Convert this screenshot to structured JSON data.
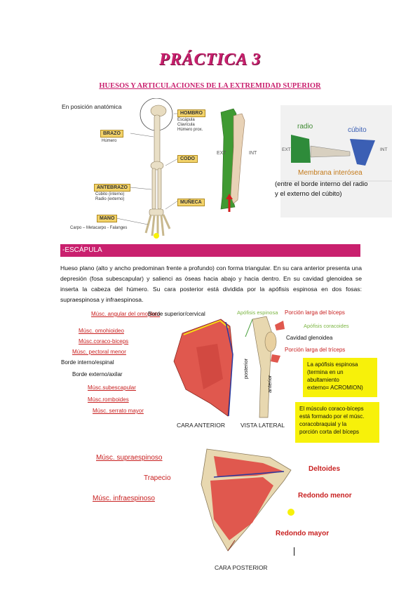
{
  "title": "PRÁCTICA 3",
  "subtitle": "HUESOS Y ARTICULACIONES DE LA EXTREMIDAD SUPERIOR",
  "fig1": {
    "caption": "En posición anatómica",
    "hombro": "HOMBRO",
    "hombro_sub": [
      "Escápula",
      "Clavícula",
      "Húmero prox."
    ],
    "brazo": "BRAZO",
    "brazo_sub": "Húmero",
    "codo": "CODO",
    "antebrazo": "ANTEBRAZO",
    "antebrazo_sub": [
      "Cúbito (interno)",
      "Radio (externo)"
    ],
    "muneca": "MUÑECA",
    "mano": "MANO",
    "mano_sub": "Carpo – Metacarpo - Falanges"
  },
  "fig2": {
    "ext": "EXT",
    "int": "INT",
    "int2": "INT",
    "radio": "radio",
    "cubito": "cúbito",
    "ext2": "EXT",
    "membrana": "Membrana interósea",
    "nota": [
      "(entre el borde interno del radio",
      "y el externo del cúbito)"
    ]
  },
  "section": "-ESCÁPULA",
  "paragraph": "Hueso plano (alto y ancho predominan frente a profundo) con forma triangular. En su cara anterior presenta una depresión (fosa subescapular) y salienci as óseas hacia abajo y hacia dentro. En su cavidad glenoidea se inserta la cabeza del húmero. Su cara posterior está dividida por la apófisis espinosa en dos fosas: supraespinosa y infraespinosa.",
  "anterior": {
    "labels_left": [
      "Músc. angular del omoplato",
      "Músc. omohioideo",
      "Músc.coraco-biceps",
      "Músc. pectoral menor",
      "Borde interno/espinal",
      "Borde externo/axilar",
      "Músc.subescapular",
      "Músc.romboides",
      "Músc. serrato mayor"
    ],
    "borde_superior": "Borde superior/cervical",
    "caption": "CARA ANTERIOR"
  },
  "lateral": {
    "apofisis_espinosa": "Apófisis espinosa",
    "porcion_larga_biceps": "Porción larga del bíceps",
    "apofisis_coracoides": "Apófisis coracoides",
    "cavidad_glenoidea": "Cavidad glenoidea",
    "porcion_larga_triceps": "Porción larga del tríceps",
    "posterior": "posterior",
    "anterior": "anterior",
    "caption": "VISTA LATERAL"
  },
  "boxes": {
    "box1": [
      "La apófisis espinosa",
      "(termina en un",
      "abultamiento",
      "externo= ACROMION)"
    ],
    "box2": [
      "El músculo coraco-bíceps",
      "está formado por el músc.",
      "coracobraquial y la",
      "porción corta del bíceps"
    ]
  },
  "posterior": {
    "supraespinoso": "Músc. supraespinoso",
    "trapecio": "Trapecio",
    "infraespinoso": "Músc. infraespinoso",
    "deltoides": "Deltoides",
    "redondo_menor": "Redondo menor",
    "redondo_mayor": "Redondo mayor",
    "caption": "CARA POSTERIOR"
  }
}
